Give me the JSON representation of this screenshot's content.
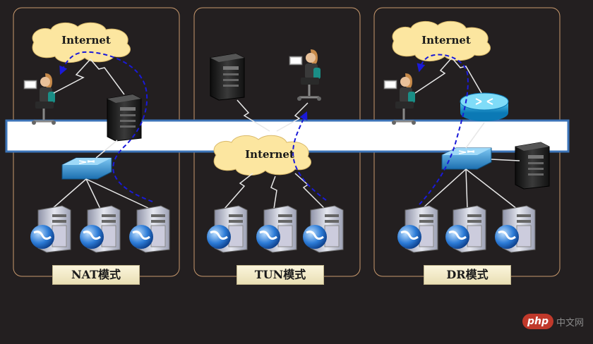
{
  "panels": [
    {
      "id": "nat",
      "cloud_label": "Internet",
      "mode_label": "NAT模式"
    },
    {
      "id": "tun",
      "cloud_label": "Internet",
      "mode_label": "TUN模式"
    },
    {
      "id": "dr",
      "cloud_label": "Internet",
      "mode_label": "DR模式"
    }
  ],
  "watermark": {
    "logo": "php",
    "text": "中文网"
  },
  "colors": {
    "background": "#231f20",
    "panel_border": "#c99a6e",
    "band_fill": "#ffffff",
    "band_border": "#3c74b8",
    "cloud": "#fce6a0",
    "flow_arrow": "#1a1ad8",
    "link_line": "#e8e8e8",
    "switch": "#2f8fd0",
    "router": "#1fa5d8"
  },
  "icons": [
    "cloud-icon",
    "client-user-icon",
    "server-tower-icon",
    "switch-icon",
    "router-icon",
    "web-server-icon",
    "flow-arrow"
  ]
}
